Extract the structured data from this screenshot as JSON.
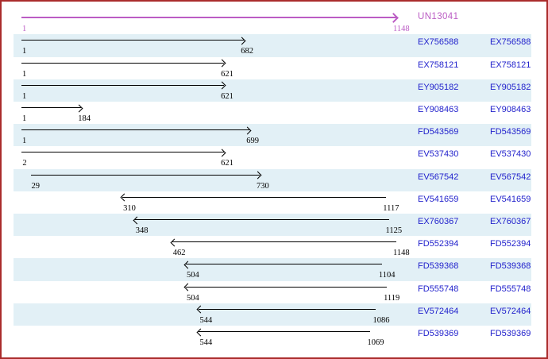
{
  "colors": {
    "frame_border": "#aa2b2b",
    "reference": "#bb5cc4",
    "alignment_arrow": "#000000",
    "accession_link": "#2222cc",
    "row_band": "#e2f0f6",
    "background": "#ffffff"
  },
  "chart_data": {
    "type": "bar",
    "subtype": "horizontal-range-alignment",
    "title": "",
    "xlabel": "",
    "ylabel": "",
    "xlim": [
      1,
      1148
    ],
    "grid": false,
    "legend": false,
    "reference": {
      "label": "UN13041",
      "start": 1,
      "end": 1148,
      "strand": "forward"
    },
    "rows": [
      {
        "label": "EX756588",
        "start": 1,
        "end": 682,
        "strand": "forward"
      },
      {
        "label": "EX758121",
        "start": 1,
        "end": 621,
        "strand": "forward"
      },
      {
        "label": "EY905182",
        "start": 1,
        "end": 621,
        "strand": "forward"
      },
      {
        "label": "EY908463",
        "start": 1,
        "end": 184,
        "strand": "forward"
      },
      {
        "label": "FD543569",
        "start": 1,
        "end": 699,
        "strand": "forward"
      },
      {
        "label": "EV537430",
        "start": 2,
        "end": 621,
        "strand": "forward"
      },
      {
        "label": "EV567542",
        "start": 29,
        "end": 730,
        "strand": "forward"
      },
      {
        "label": "EV541659",
        "start": 310,
        "end": 1117,
        "strand": "reverse"
      },
      {
        "label": "EX760367",
        "start": 348,
        "end": 1125,
        "strand": "reverse"
      },
      {
        "label": "FD552394",
        "start": 462,
        "end": 1148,
        "strand": "reverse"
      },
      {
        "label": "FD539368",
        "start": 504,
        "end": 1104,
        "strand": "reverse"
      },
      {
        "label": "FD555748",
        "start": 504,
        "end": 1119,
        "strand": "reverse"
      },
      {
        "label": "EV572464",
        "start": 544,
        "end": 1086,
        "strand": "reverse"
      },
      {
        "label": "FD539369",
        "start": 544,
        "end": 1069,
        "strand": "reverse"
      }
    ]
  }
}
